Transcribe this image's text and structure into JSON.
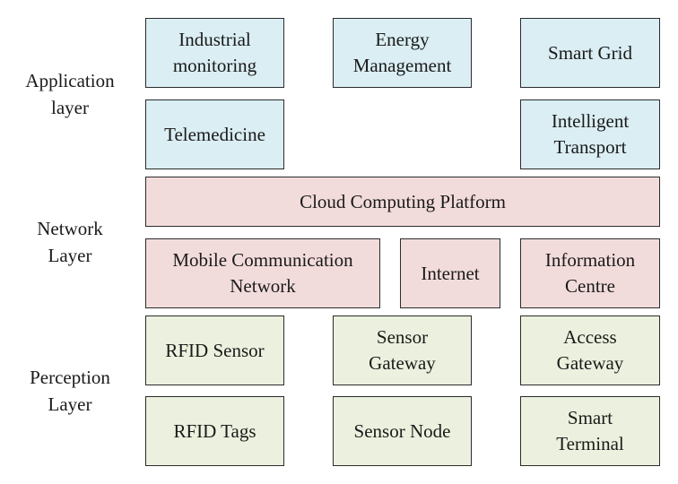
{
  "layers": {
    "application": "Application\nlayer",
    "network": "Network\nLayer",
    "perception": "Perception\nLayer"
  },
  "application": {
    "industrial_monitoring": "Industrial\nmonitoring",
    "energy_management": "Energy\nManagement",
    "smart_grid": "Smart Grid",
    "telemedicine": "Telemedicine",
    "intelligent_transport": "Intelligent\nTransport"
  },
  "network": {
    "cloud_platform": "Cloud Computing Platform",
    "mobile_network": "Mobile Communication\nNetwork",
    "internet": "Internet",
    "information_centre": "Information\nCentre"
  },
  "perception": {
    "rfid_sensor": "RFID Sensor",
    "sensor_gateway": "Sensor\nGateway",
    "access_gateway": "Access\nGateway",
    "rfid_tags": "RFID Tags",
    "sensor_node": "Sensor Node",
    "smart_terminal": "Smart\nTerminal"
  },
  "colors": {
    "application_fill": "#daeef3",
    "network_fill": "#f2dcdb",
    "perception_fill": "#ebf1de",
    "border": "#2b2b2b"
  }
}
